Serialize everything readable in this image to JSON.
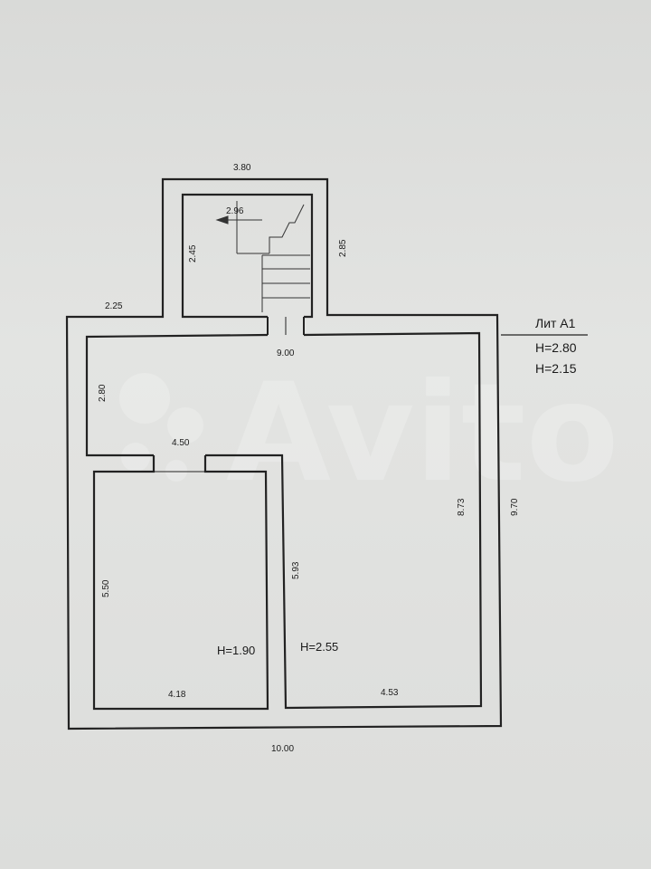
{
  "plan": {
    "labels": {
      "top_width": "3.80",
      "stair_height_left": "2.45",
      "stair_height_right": "2.85",
      "stair_label": "2.96",
      "left_offset": "2.25",
      "main_width": "9.00",
      "upper_left": "2.80",
      "partition": "4.50",
      "right_inner": "8.73",
      "right_outer": "9.70",
      "left_room_height": "5.50",
      "corridor_height": "5.93",
      "left_room_width": "4.18",
      "right_room_width": "4.53",
      "bottom_width": "10.00"
    },
    "heights": {
      "left_room": "H=1.90",
      "right_room": "H=2.55"
    },
    "lit": {
      "name": "Лит А1",
      "h1": "H=2.80",
      "h2": "H=2.15"
    },
    "watermark": "Avito"
  }
}
